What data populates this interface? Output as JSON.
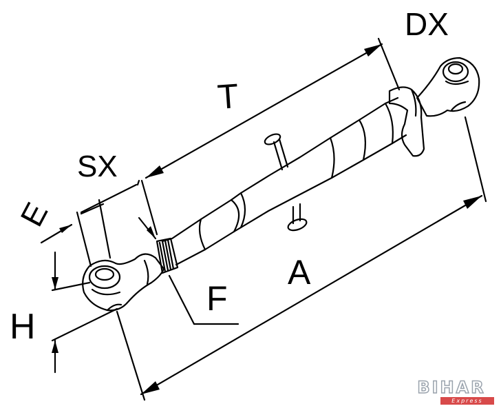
{
  "labels": {
    "dx": "DX",
    "t": "T",
    "sx": "SX",
    "e": "E",
    "f": "F",
    "a": "A",
    "h": "H"
  },
  "watermark": {
    "brand": "BIHAR",
    "tagline": "Express",
    "colors": {
      "outline": "#9aa3ad",
      "band": "#d84a4a"
    }
  }
}
